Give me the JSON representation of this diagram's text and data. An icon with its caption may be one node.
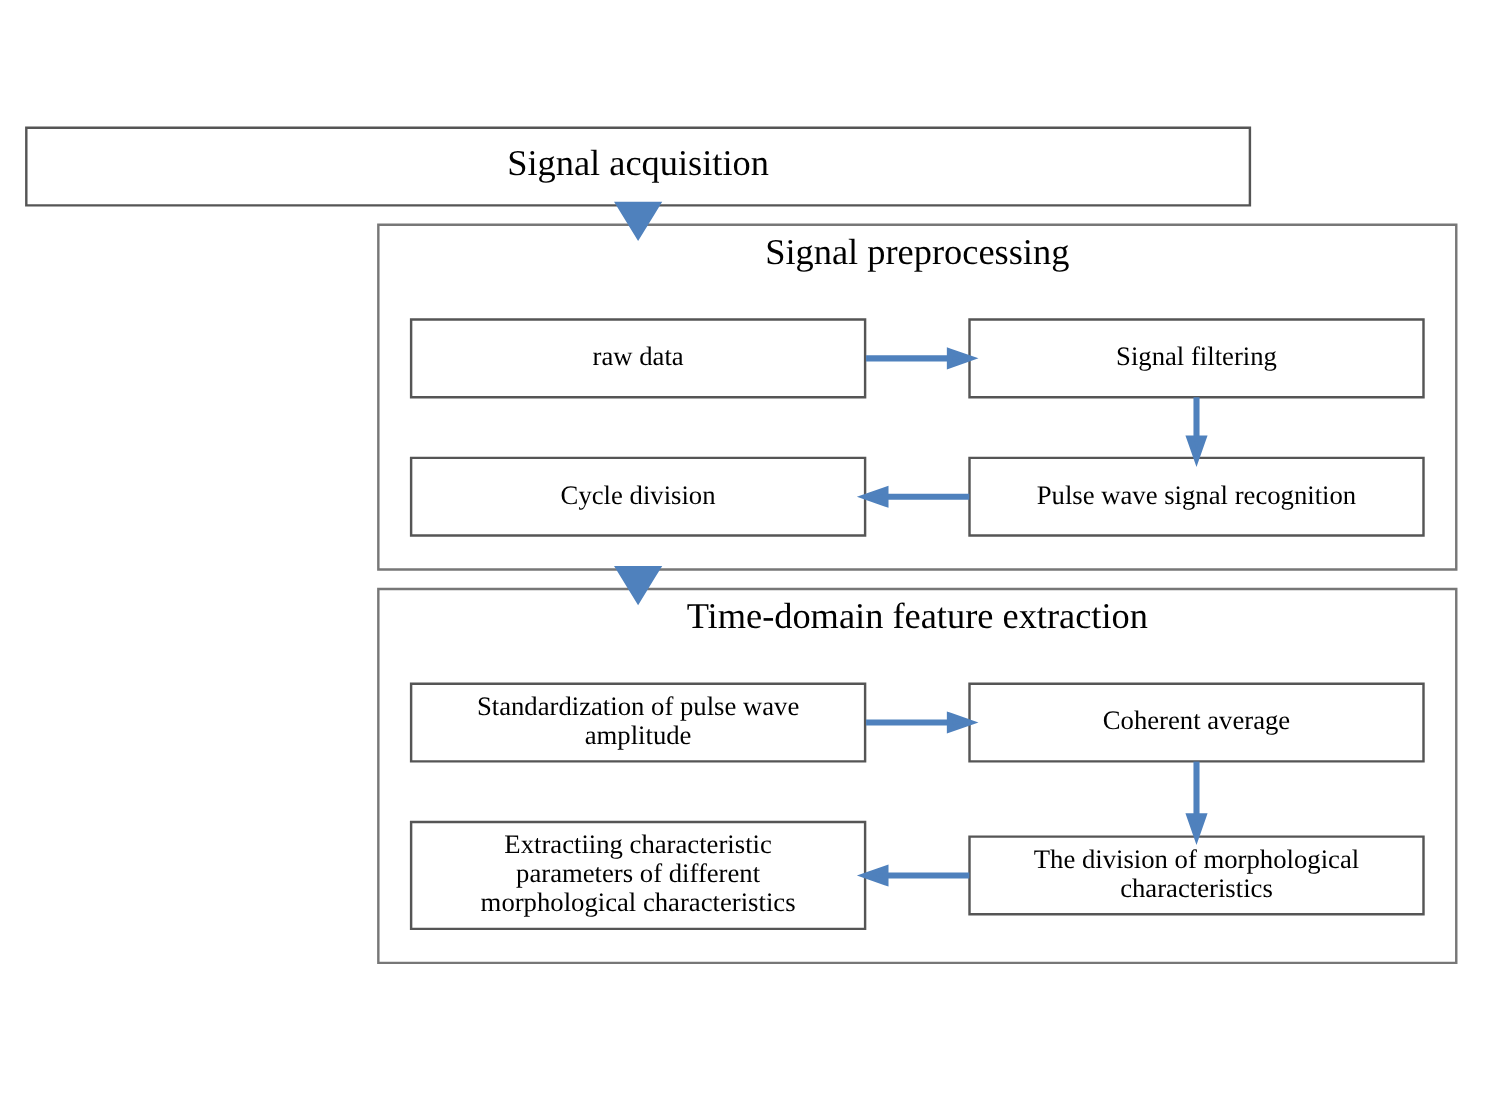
{
  "diagram": {
    "nodes": [
      {
        "text": [
          "Signal acquisition"
        ]
      },
      {
        "text": [
          "Signal preprocessing"
        ]
      },
      {
        "text": [
          "raw data"
        ],
        "in": 1
      },
      {
        "text": [
          "Signal filtering"
        ],
        "in": 1
      },
      {
        "text": [
          "Pulse wave signal recognition"
        ],
        "in": 1
      },
      {
        "text": [
          "Cycle division"
        ],
        "in": 1
      },
      {
        "text": [
          "Time-domain feature extraction"
        ]
      },
      {
        "text": [
          "Standardization of pulse wave amplitude"
        ],
        "in": 6
      },
      {
        "text": [
          "Coherent average"
        ],
        "in": 6
      },
      {
        "text": [
          "The division of morphological characteristics"
        ],
        "in": 6
      },
      {
        "text": [
          "Extractiing characteristic parameters of different morphological characteristics"
        ],
        "in": 6
      }
    ],
    "edges": [
      {
        "from": 0,
        "to": 1,
        "arrow": "to",
        "style": "thick"
      },
      {
        "from": 2,
        "to": 3,
        "arrow": "to"
      },
      {
        "from": 3,
        "to": 4,
        "arrow": "to"
      },
      {
        "from": 4,
        "to": 5,
        "arrow": "to"
      },
      {
        "from": 1,
        "to": 6,
        "arrow": "to",
        "style": "thick"
      },
      {
        "from": 7,
        "to": 8,
        "arrow": "to"
      },
      {
        "from": 8,
        "to": 9,
        "arrow": "to"
      },
      {
        "from": 9,
        "to": 10,
        "arrow": "to"
      }
    ]
  }
}
